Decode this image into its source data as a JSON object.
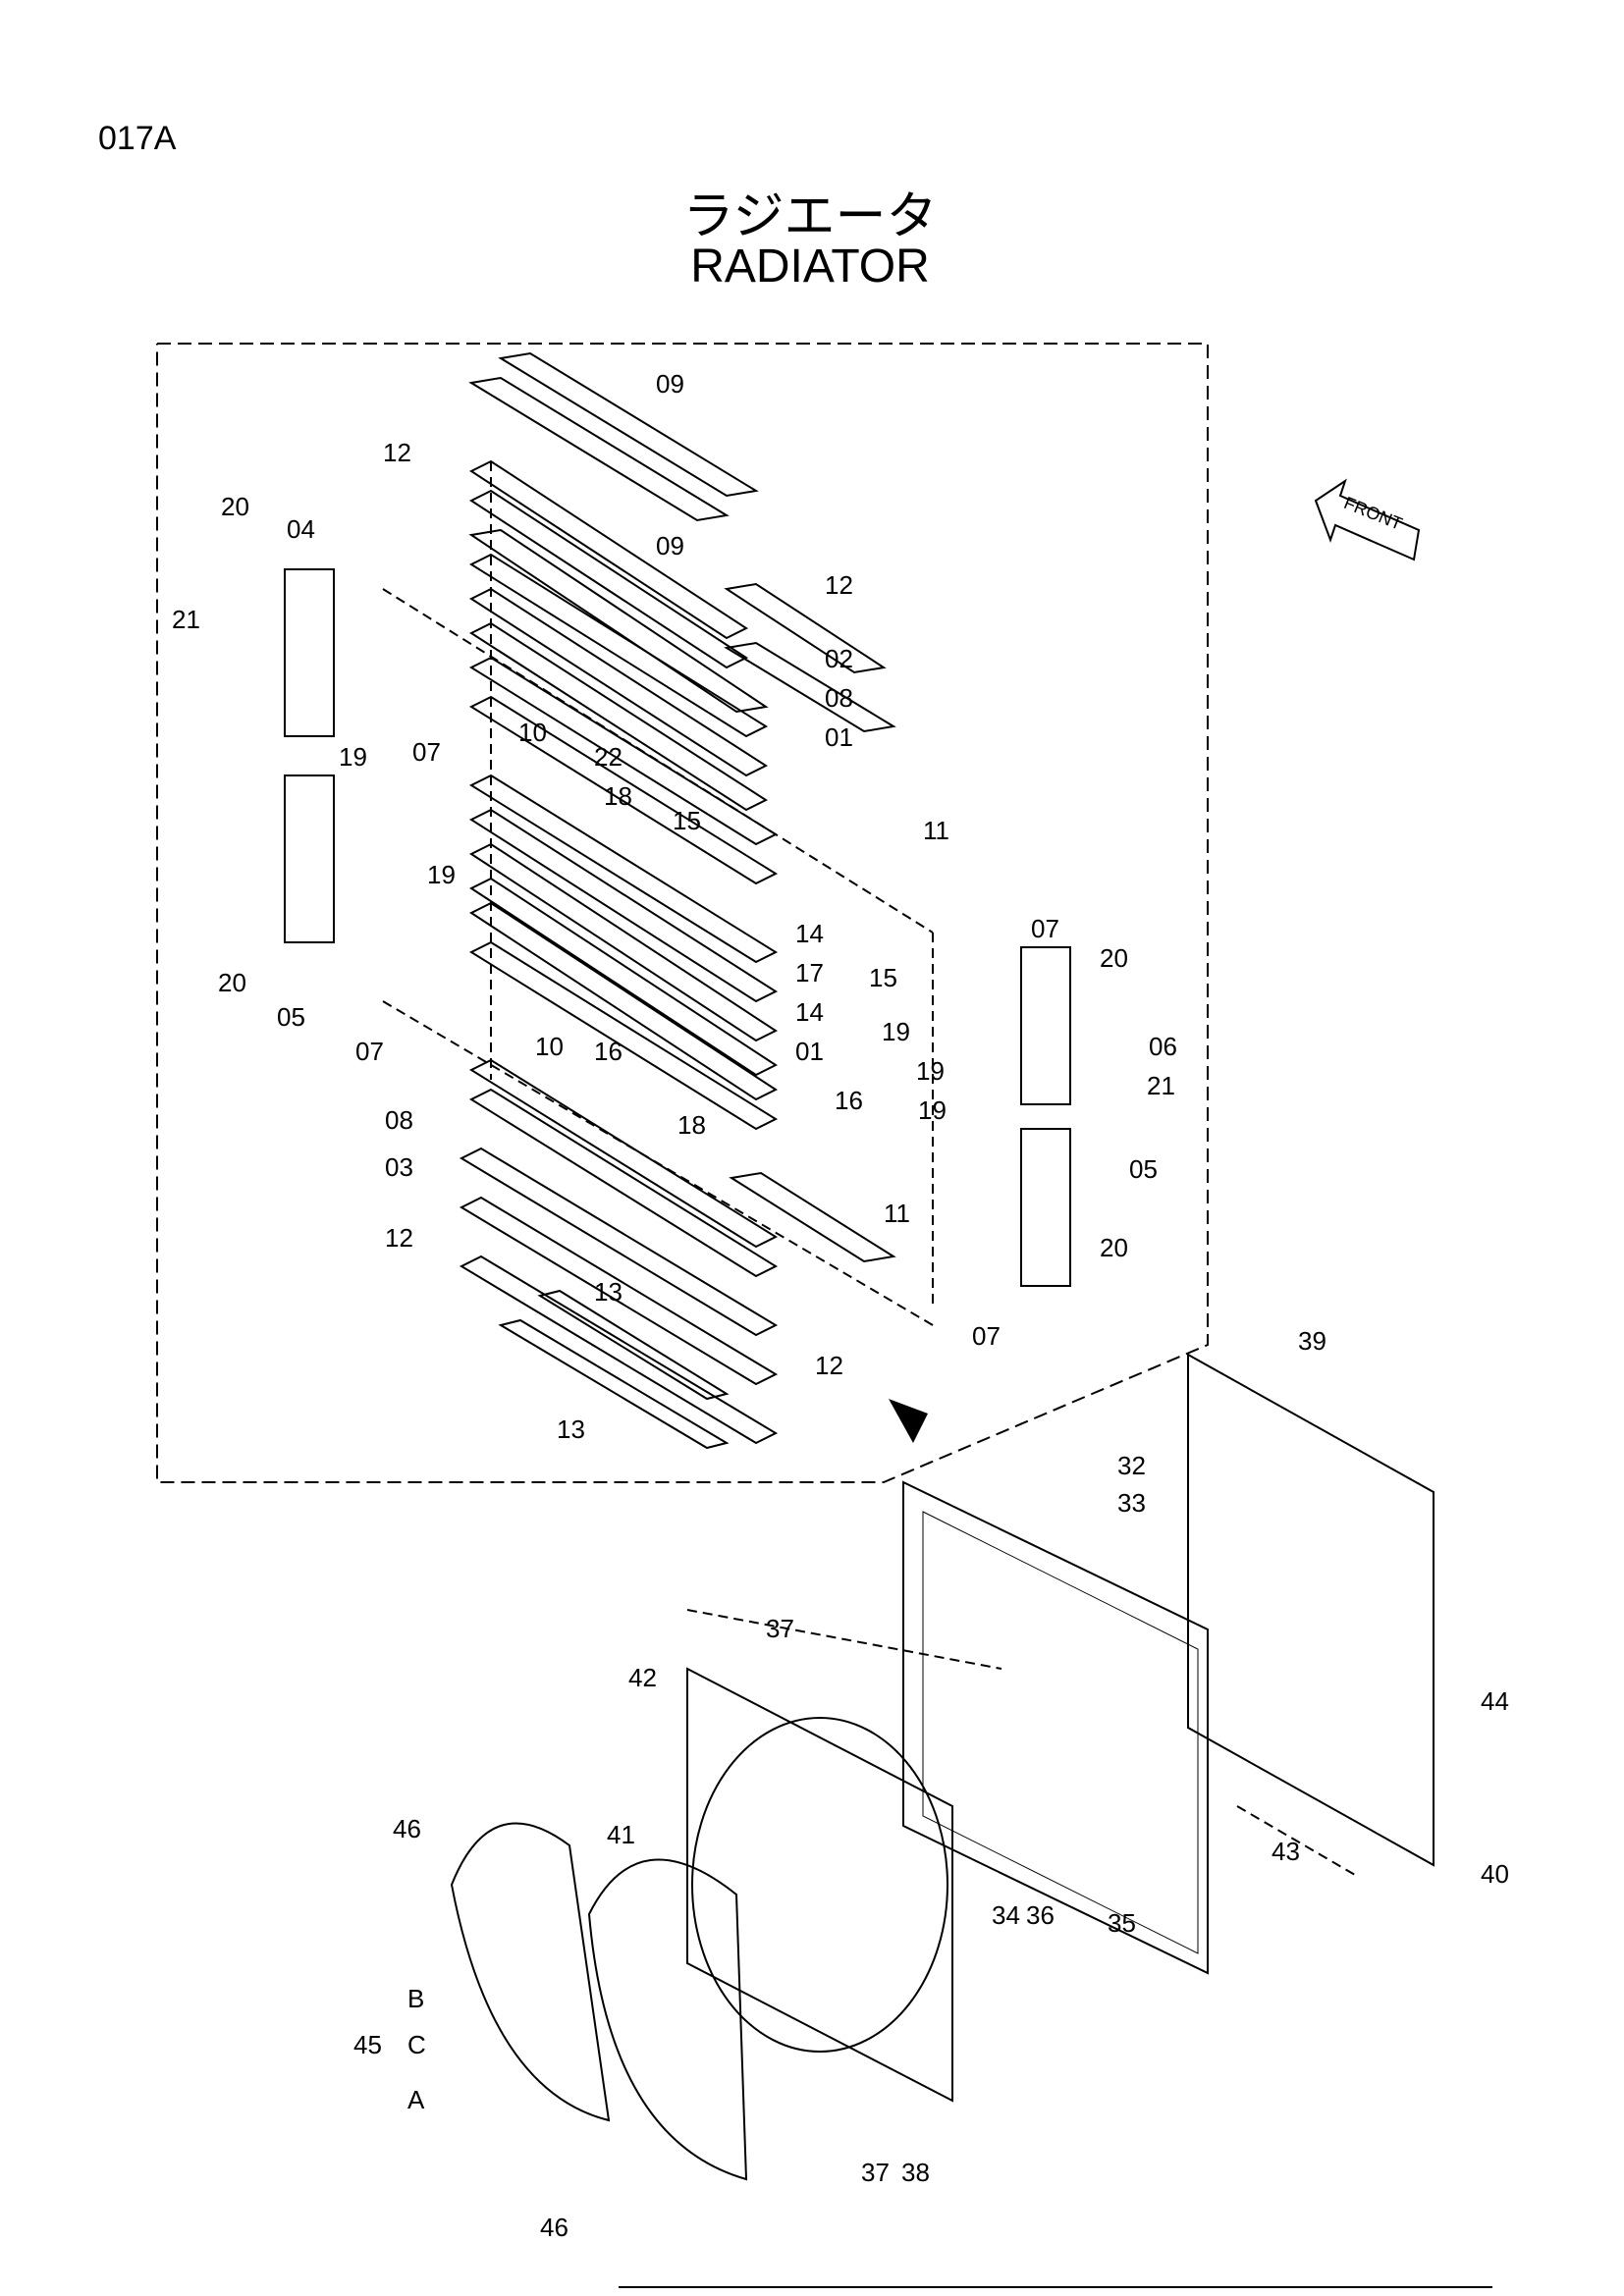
{
  "page_code": "017A",
  "title_jp": "ラジエータ",
  "title_en": "RADIATOR",
  "front_label": "FRONT",
  "callouts": [
    "09",
    "09",
    "12",
    "12",
    "20",
    "04",
    "21",
    "02",
    "08",
    "01",
    "07",
    "19",
    "10",
    "22",
    "18",
    "15",
    "11",
    "19",
    "07",
    "14",
    "20",
    "15",
    "17",
    "14",
    "06",
    "20",
    "01",
    "05",
    "07",
    "19",
    "19",
    "21",
    "10",
    "16",
    "16",
    "08",
    "18",
    "19",
    "03",
    "05",
    "11",
    "12",
    "20",
    "13",
    "07",
    "12",
    "13",
    "39",
    "32",
    "33",
    "37",
    "42",
    "44",
    "41",
    "46",
    "43",
    "40",
    "34",
    "36",
    "35",
    "B",
    "45",
    "C",
    "A",
    "37",
    "38",
    "46"
  ]
}
